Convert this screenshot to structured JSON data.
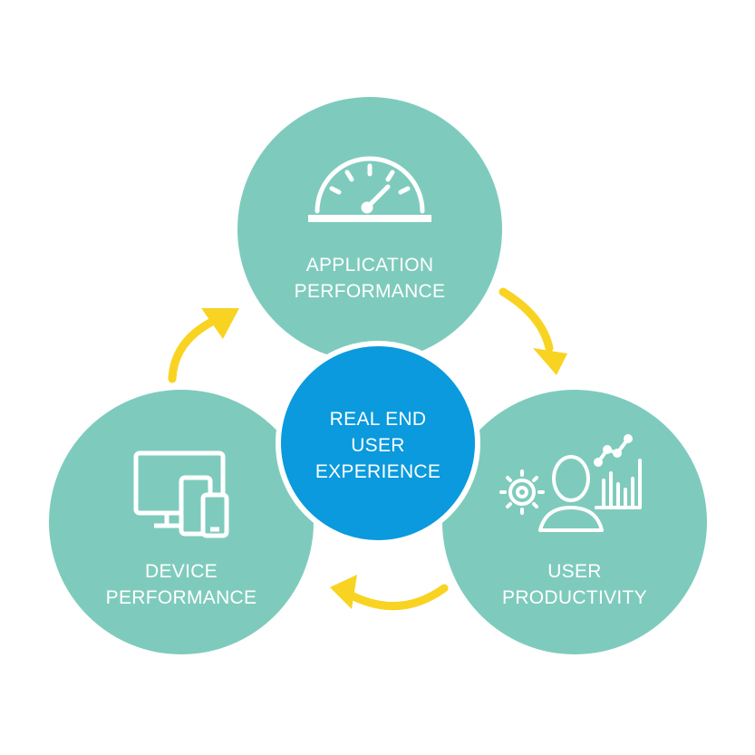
{
  "colors": {
    "circle": "#7ecbbd",
    "center": "#0a9add",
    "arrow": "#f8d321",
    "icon": "#ffffff",
    "background": "#ffffff"
  },
  "nodes": {
    "application": {
      "line1": "APPLICATION",
      "line2": "PERFORMANCE",
      "icon": "speedometer-icon"
    },
    "user": {
      "line1": "USER",
      "line2": "PRODUCTIVITY",
      "icon": "user-productivity-icon"
    },
    "device": {
      "line1": "DEVICE",
      "line2": "PERFORMANCE",
      "icon": "devices-icon"
    },
    "center": {
      "line1": "REAL END",
      "line2": "USER",
      "line3": "EXPERIENCE"
    }
  },
  "flow": [
    "application",
    "user",
    "device",
    "application"
  ]
}
